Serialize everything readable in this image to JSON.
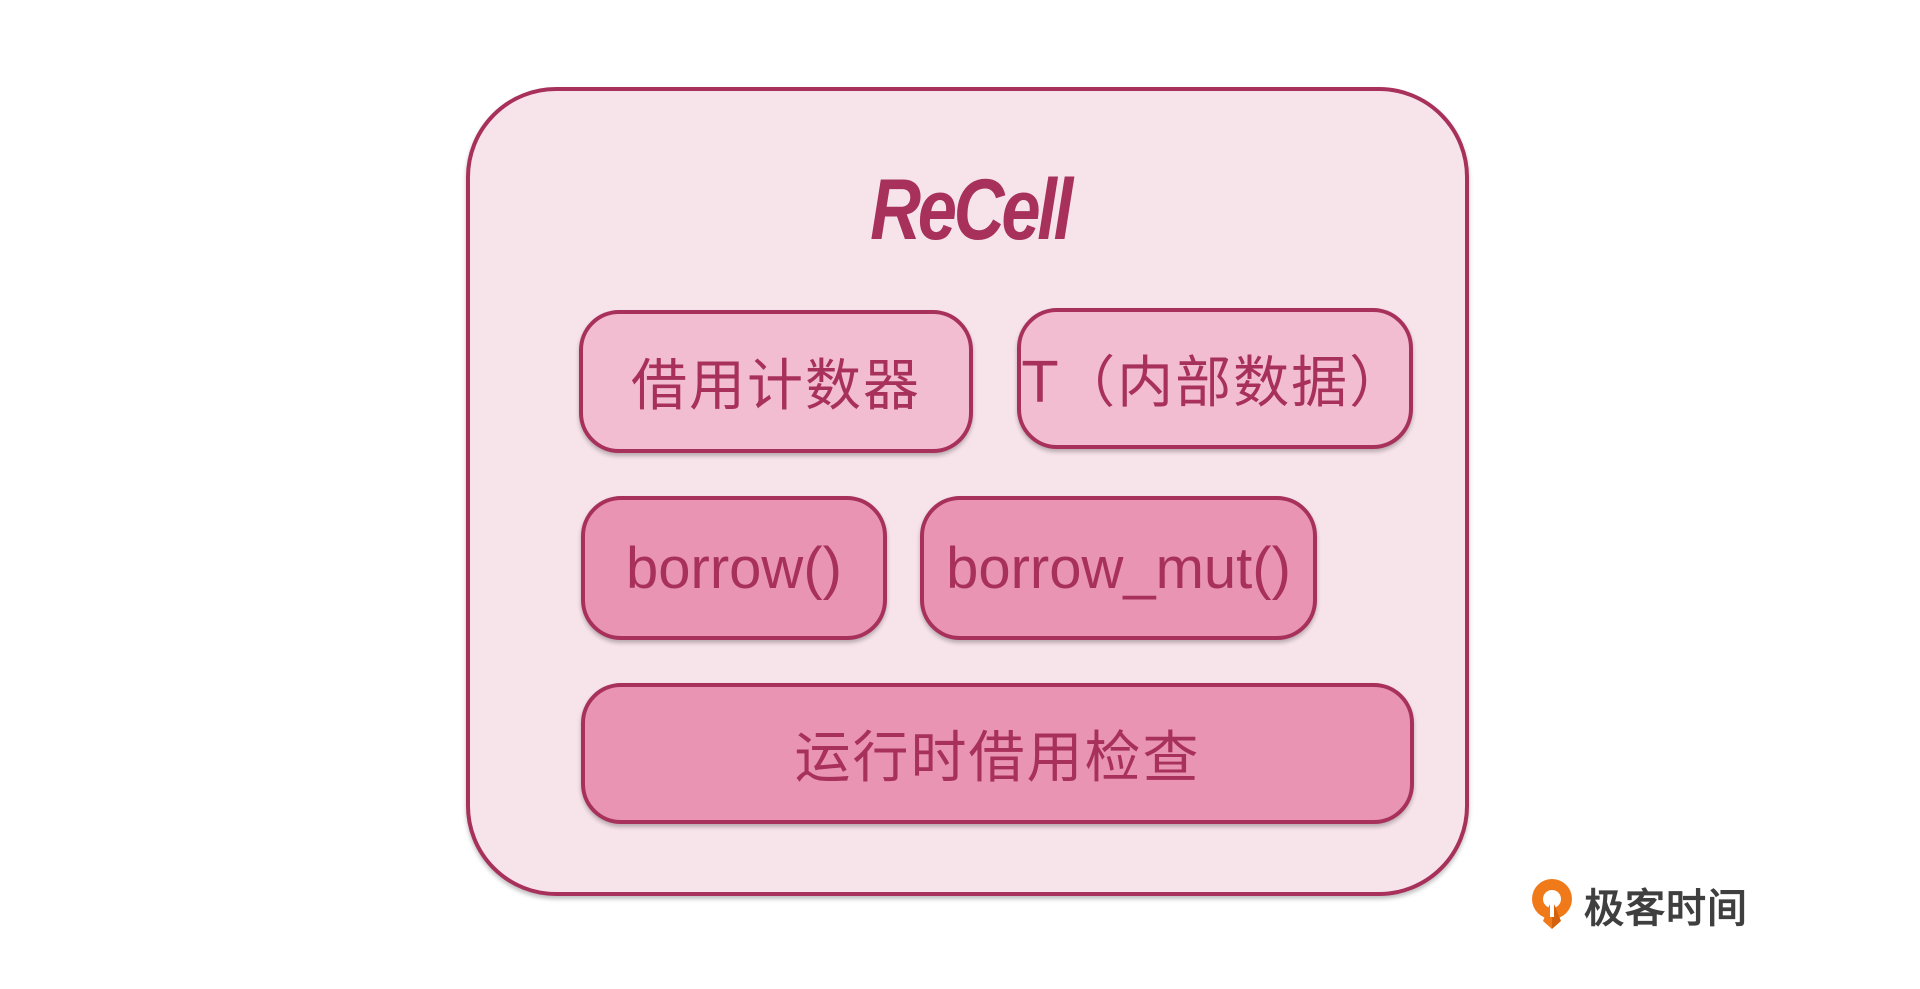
{
  "diagram": {
    "title": "ReCell",
    "components": {
      "borrow_counter": "借用计数器",
      "inner_data": "T（内部数据）",
      "borrow": "borrow()",
      "borrow_mut": "borrow_mut()",
      "runtime_check": "运行时借用检查"
    }
  },
  "watermark": {
    "text": "极客时间",
    "icon": "geektime-logo-icon"
  },
  "colors": {
    "border": "#a8315c",
    "outer_fill": "#f7e4ea",
    "light_fill": "#f2bdd0",
    "mid_fill": "#e894b2",
    "logo_orange": "#f07a1a"
  }
}
